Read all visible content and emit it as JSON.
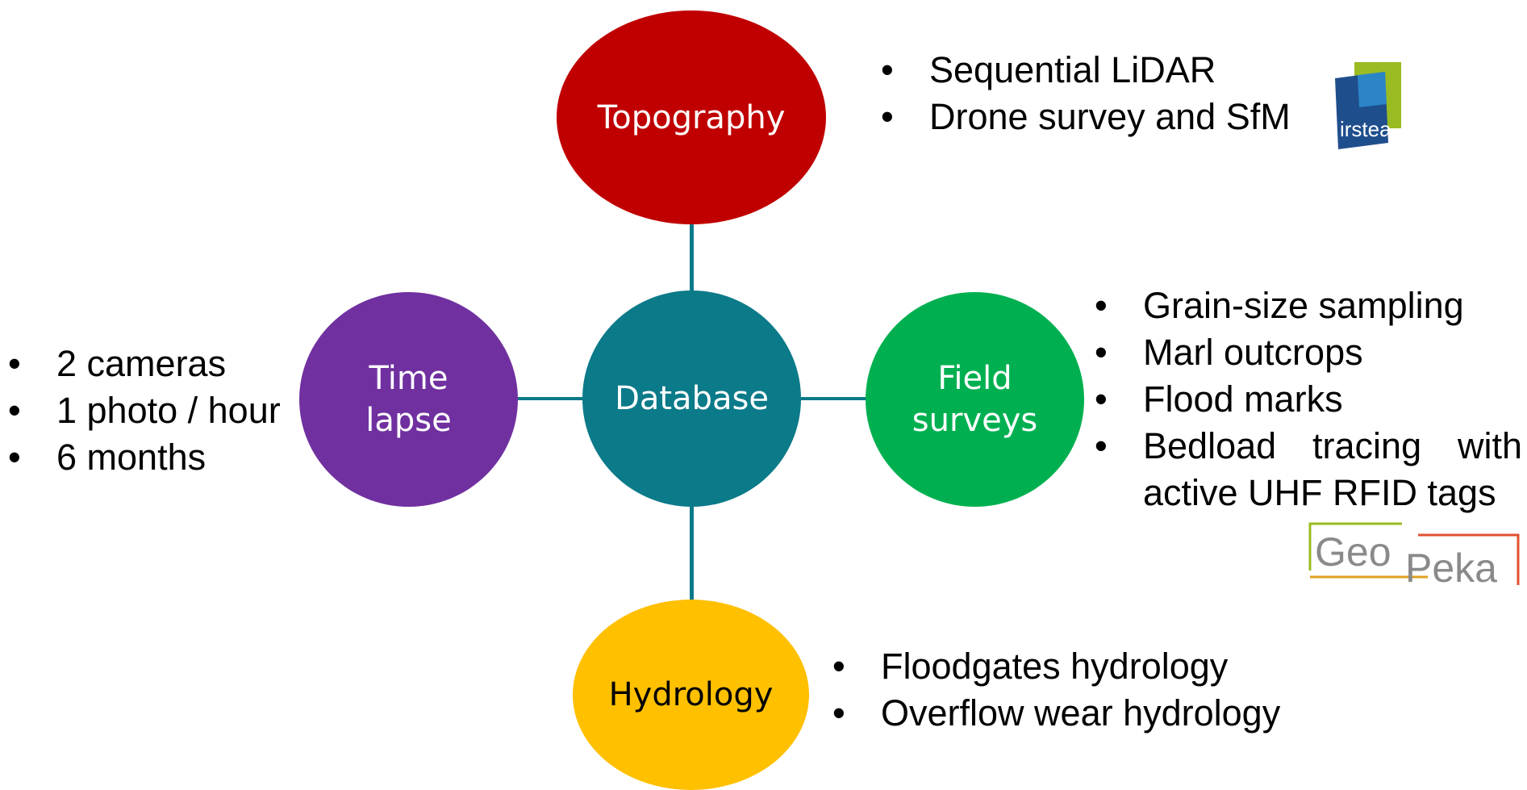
{
  "center": {
    "label": "Database",
    "color": "#0b7a89"
  },
  "nodes": {
    "topography": {
      "label": "Topography",
      "color": "#c00000"
    },
    "timelapse": {
      "line1": "Time",
      "line2": "lapse",
      "color": "#7030a0"
    },
    "field": {
      "line1": "Field",
      "line2": "surveys",
      "color": "#00b050"
    },
    "hydrology": {
      "label": "Hydrology",
      "color": "#ffc000"
    }
  },
  "bullets": {
    "topography": [
      "Sequential LiDAR",
      "Drone survey and SfM"
    ],
    "timelapse": [
      "2 cameras",
      "1 photo / hour",
      "6 months"
    ],
    "field": [
      "Grain-size sampling",
      "Marl outcrops",
      "Flood marks",
      "Bedload tracing with",
      "active UHF RFID tags"
    ],
    "hydrology": [
      "Floodgates hydrology",
      "Overflow wear hydrology"
    ]
  },
  "logos": {
    "irstea": {
      "text": "irstea"
    },
    "geopeka": {
      "text_geo": "Geo",
      "text_peka": "Peka"
    }
  }
}
